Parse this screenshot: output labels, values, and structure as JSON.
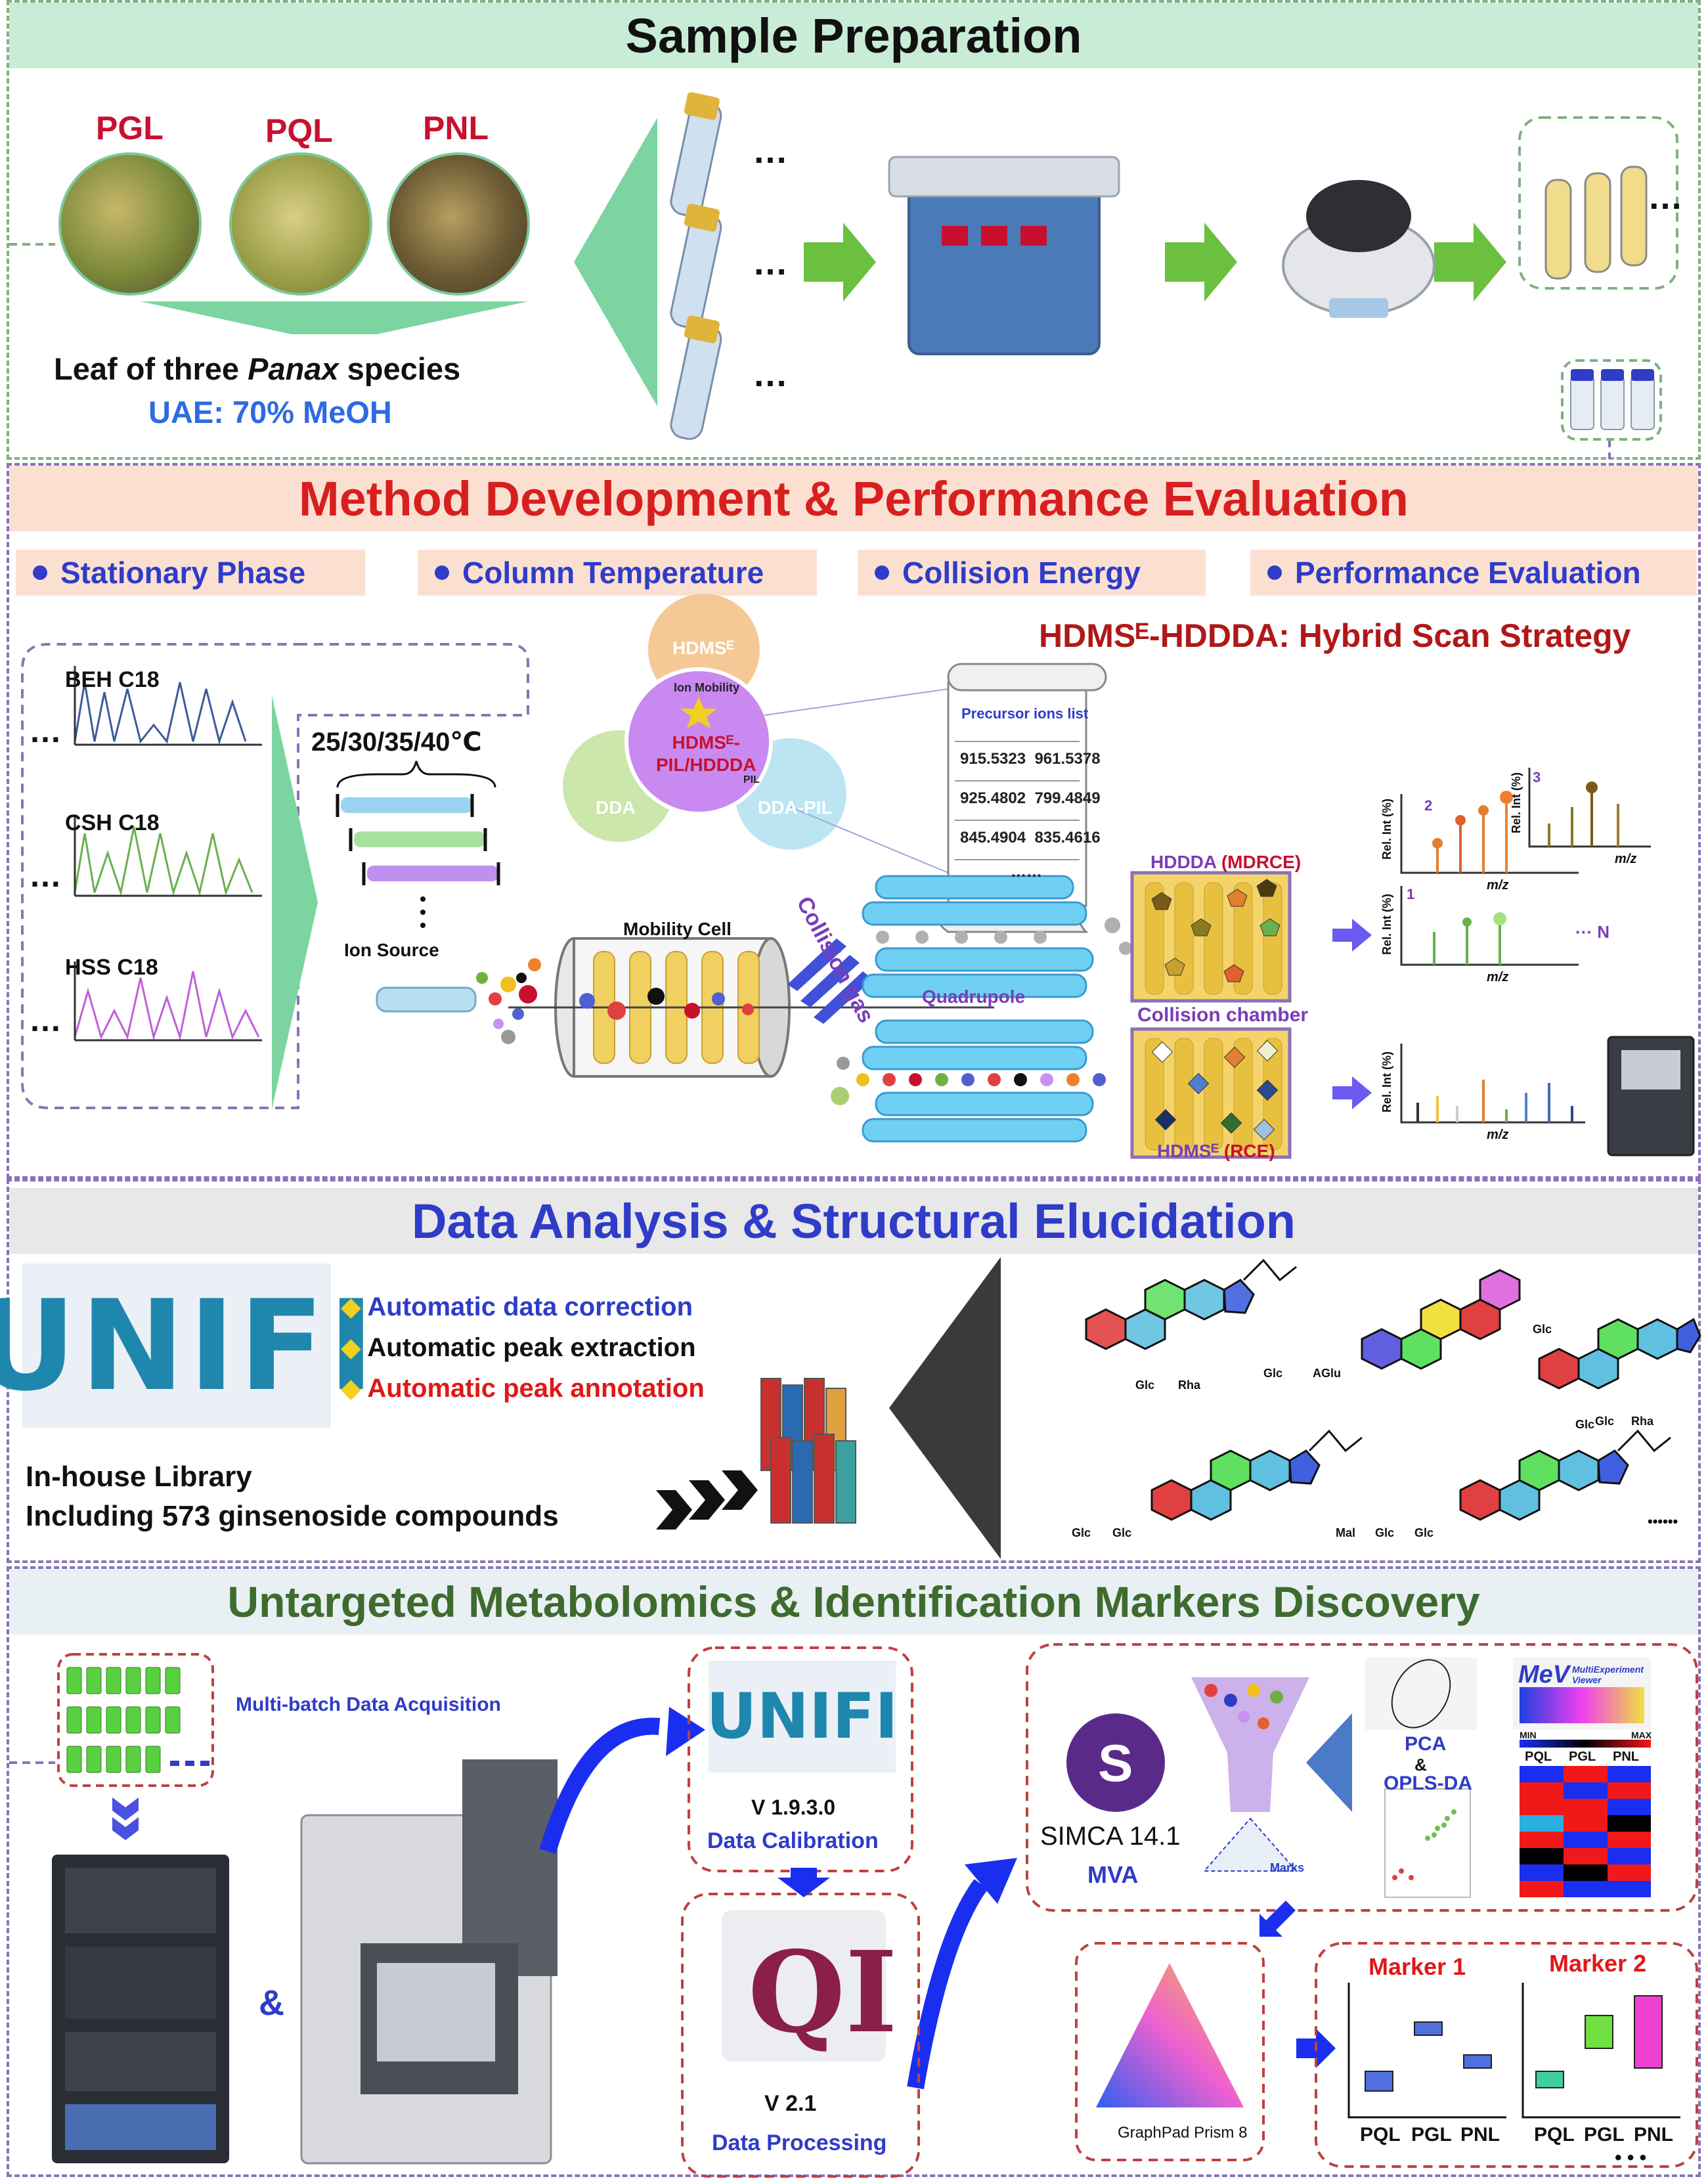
{
  "colors": {
    "green_band": "#c9ecd6",
    "peach_band": "#fbe0d2",
    "grey_band": "#e8e8e8",
    "red": "#c8102e",
    "blue": "#2e3cc8",
    "dark_green": "#3e6b2e",
    "purple": "#7a3db8"
  },
  "sample": {
    "title": "Sample Preparation",
    "species": [
      "PGL",
      "PQL",
      "PNL"
    ],
    "caption_a": "Leaf of three ",
    "caption_em": "Panax",
    "caption_b": " species",
    "uae": "UAE: 70% MeOH",
    "dots": "…"
  },
  "method": {
    "title": "Method Development & Performance Evaluation",
    "tabs": [
      "Stationary Phase",
      "Column Temperature",
      "Collision Energy",
      "Performance Evaluation"
    ],
    "strategy": "HDMSᴱ-HDDDA: Hybrid Scan Strategy",
    "columns": [
      "BEH C18",
      "CSH C18",
      "HSS C18"
    ],
    "temperature": "25/30/35/40℃",
    "circles": {
      "top": "HDMSᴱ",
      "center": "HDMSᴱ-\nPIL/HDDDA",
      "left": "DDA",
      "right": "DDA-PIL",
      "ion_mobility": "Ion Mobility",
      "pil": "PIL"
    },
    "precursor": {
      "title": "Precursor ions list",
      "rows": [
        [
          "915.5323",
          "961.5378"
        ],
        [
          "925.4802",
          "799.4849"
        ],
        [
          "845.4904",
          "835.4616"
        ]
      ],
      "more": "……"
    },
    "ion_source": "Ion Source",
    "mobility_cell": "Mobility Cell",
    "collision_gas": "Collision gas",
    "quadrupole": "Quadrupole",
    "hdddda_a": "HDDDA ",
    "hdddda_b": "(MDRCE)",
    "collision_chamber": "Collision chamber",
    "hdmse_a": "HDMSᴱ ",
    "hdmse_b": "(RCE)",
    "axis_y": "Rel. Int (%)",
    "axis_x": "m/z",
    "spec_nums": [
      "1",
      "2",
      "3"
    ],
    "n_label": "··· N"
  },
  "analysis": {
    "title": "Data Analysis & Structural Elucidation",
    "logo": "UNIFI",
    "features": [
      "Automatic data correction",
      "Automatic peak extraction",
      "Automatic peak annotation"
    ],
    "library": [
      "In-house Library",
      "Including 573 ginsenoside compounds"
    ],
    "more": "••••••",
    "struct_labels": [
      "Glc",
      "Rha",
      "Glc",
      "AGlu",
      "Glc",
      "Rha",
      "Glc",
      "Glc",
      "Glc",
      "Mal",
      "Glc",
      "Glc",
      "Glc"
    ]
  },
  "metab": {
    "title": "Untargeted Metabolomics & Identification Markers Discovery",
    "acq": "Multi-batch Data Acquisition",
    "amp": "&",
    "unifi_version": "V 1.9.3.0",
    "calibration": "Data Calibration",
    "qi_logo": "QI",
    "qi_version": "V 2.1",
    "processing": "Data Processing",
    "simca": "SIMCA 14.1",
    "mva": "MVA",
    "simca_logo": "S",
    "marks": "Marks",
    "pca": "PCA",
    "amp2": "&",
    "oplsda": "OPLS-DA",
    "mev": "MeV",
    "mev_sub": "MultiExperiment Viewer",
    "heat_min": "MIN",
    "heat_max": "MAX",
    "heat_cols": [
      "PQL",
      "PGL",
      "PNL"
    ],
    "graphpad": "GraphPad Prism 8",
    "markers": [
      {
        "title": "Marker 1",
        "groups": [
          "PQL",
          "PGL",
          "PNL"
        ]
      },
      {
        "title": "Marker 2",
        "groups": [
          "PQL",
          "PGL",
          "PNL"
        ]
      }
    ],
    "dots": "• • •"
  }
}
